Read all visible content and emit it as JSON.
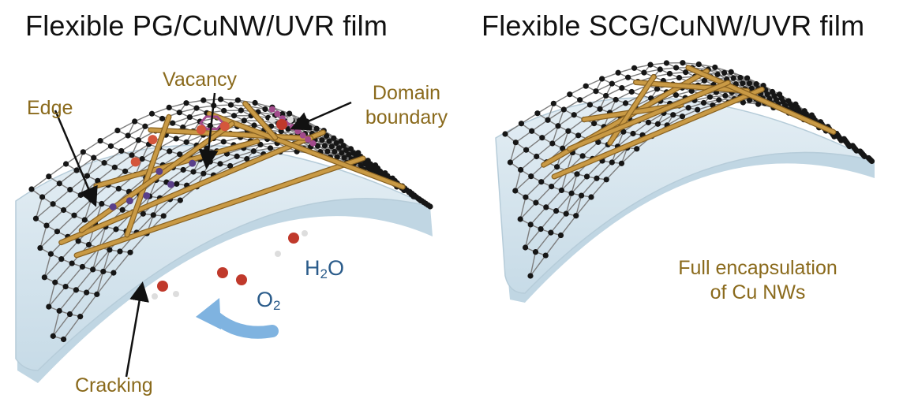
{
  "panels": {
    "left": {
      "title": "Flexible PG/CuNW/UVR film",
      "labels": {
        "edge": "Edge",
        "vacancy": "Vacancy",
        "domain_boundary": [
          "Domain",
          "boundary"
        ],
        "cracking": "Cracking"
      },
      "molecules": {
        "water": {
          "main": "H",
          "sub": "2",
          "tail": "O"
        },
        "oxygen": {
          "main": "O",
          "sub": "2"
        }
      }
    },
    "right": {
      "title": "Flexible SCG/CuNW/UVR film",
      "caption": [
        "Full encapsulation",
        "of Cu NWs"
      ]
    }
  },
  "colors": {
    "substrate": "#d7e6ef",
    "substrate_side": "#b9cfdc",
    "graphene_atom": "#161616",
    "graphene_bond": "#7d7d7d",
    "nanowire": "#c99a45",
    "defect": "#5a3f8a",
    "boundary": "#a24a8c",
    "oxygen_atom": "#c0392b",
    "arrow": "#6fa8dc",
    "label": "#8a6a1c",
    "molecule_text": "#2a5b8a"
  }
}
